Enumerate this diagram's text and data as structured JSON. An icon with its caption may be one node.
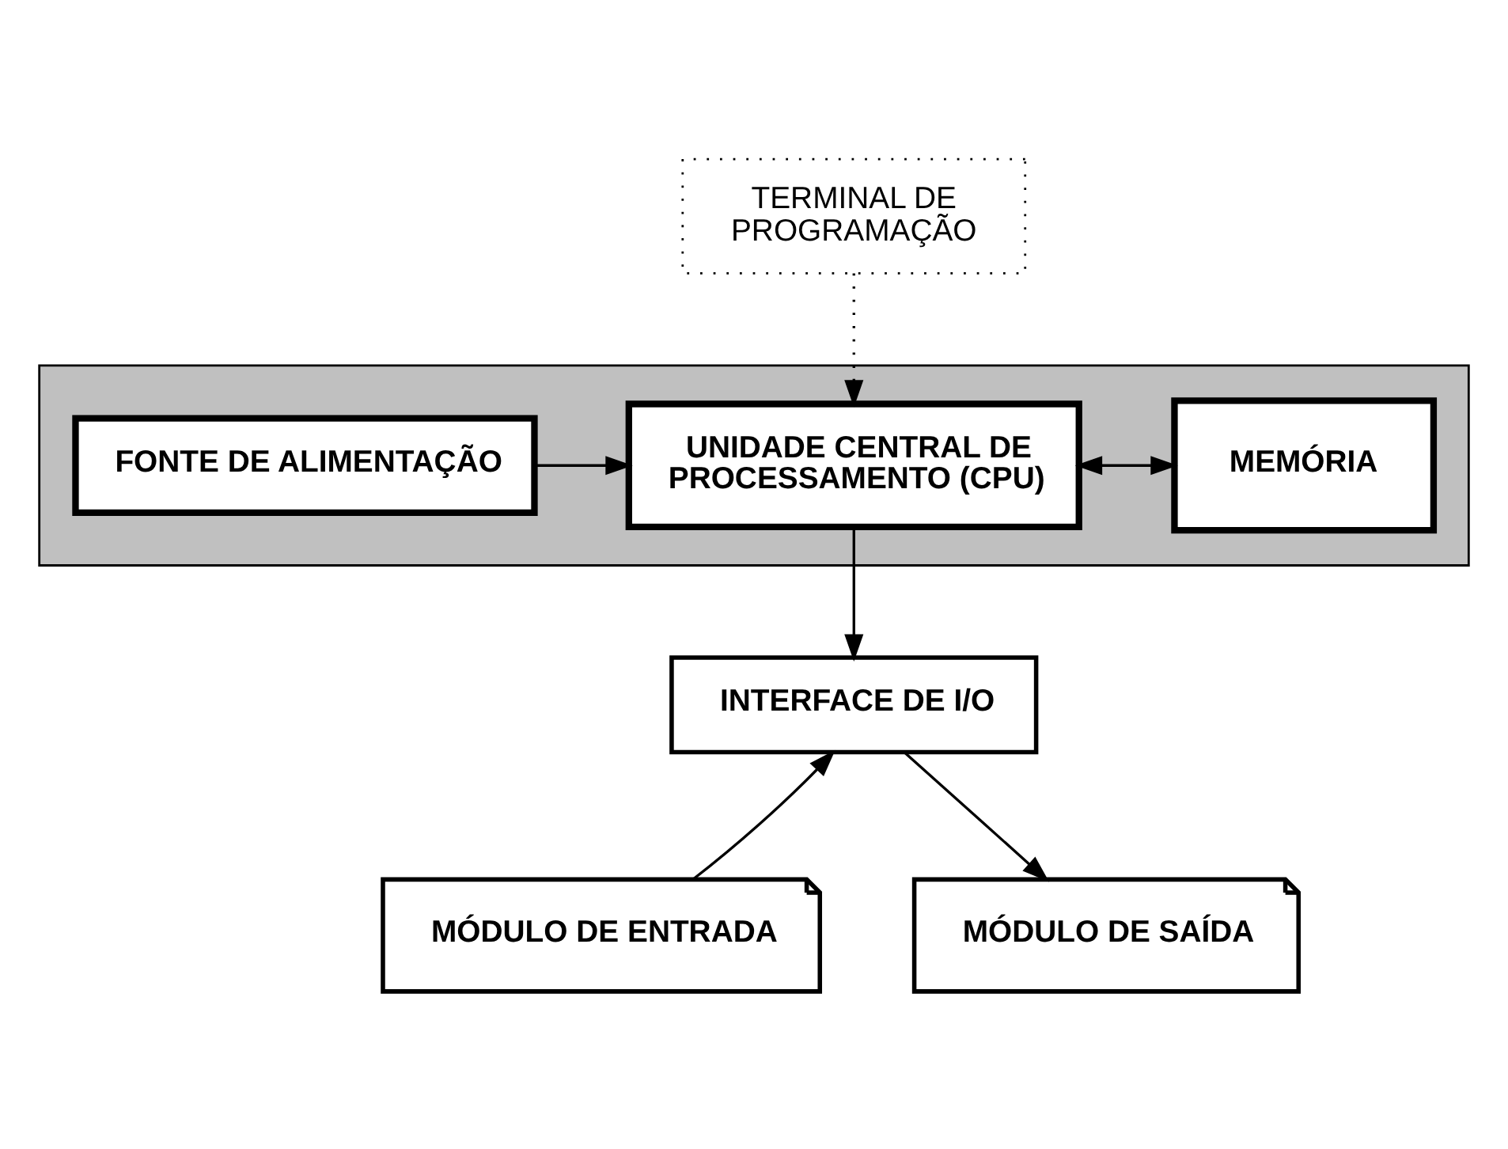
{
  "diagram": {
    "nodes": [
      {
        "text": [
          "TERMINAL DE PROGRAMAÇÃO"
        ]
      },
      {
        "text": [],
        "shape": "box"
      },
      {
        "text": [
          "FONTE DE ALIMENTAÇÃO"
        ],
        "in": 1
      },
      {
        "text": [
          "UNIDADE CENTRAL DE PROCESSAMENTO (CPU)"
        ],
        "in": 1
      },
      {
        "text": [
          "MEMÓRIA"
        ],
        "in": 1
      },
      {
        "text": [
          "INTERFACE DE I/O"
        ]
      },
      {
        "text": [
          "MÓDULO DE ENTRADA"
        ]
      },
      {
        "text": [
          "MÓDULO DE SAÍDA"
        ]
      }
    ],
    "edges": [
      {
        "from": 0,
        "to": 3,
        "arrow": "to",
        "style": "dashed"
      },
      {
        "from": 2,
        "to": 3,
        "arrow": "to"
      },
      {
        "from": 3,
        "to": 4,
        "arrow": "both"
      },
      {
        "from": 3,
        "to": 5,
        "arrow": "to"
      },
      {
        "from": 6,
        "to": 5,
        "arrow": "to"
      },
      {
        "from": 5,
        "to": 7,
        "arrow": "to"
      }
    ]
  }
}
